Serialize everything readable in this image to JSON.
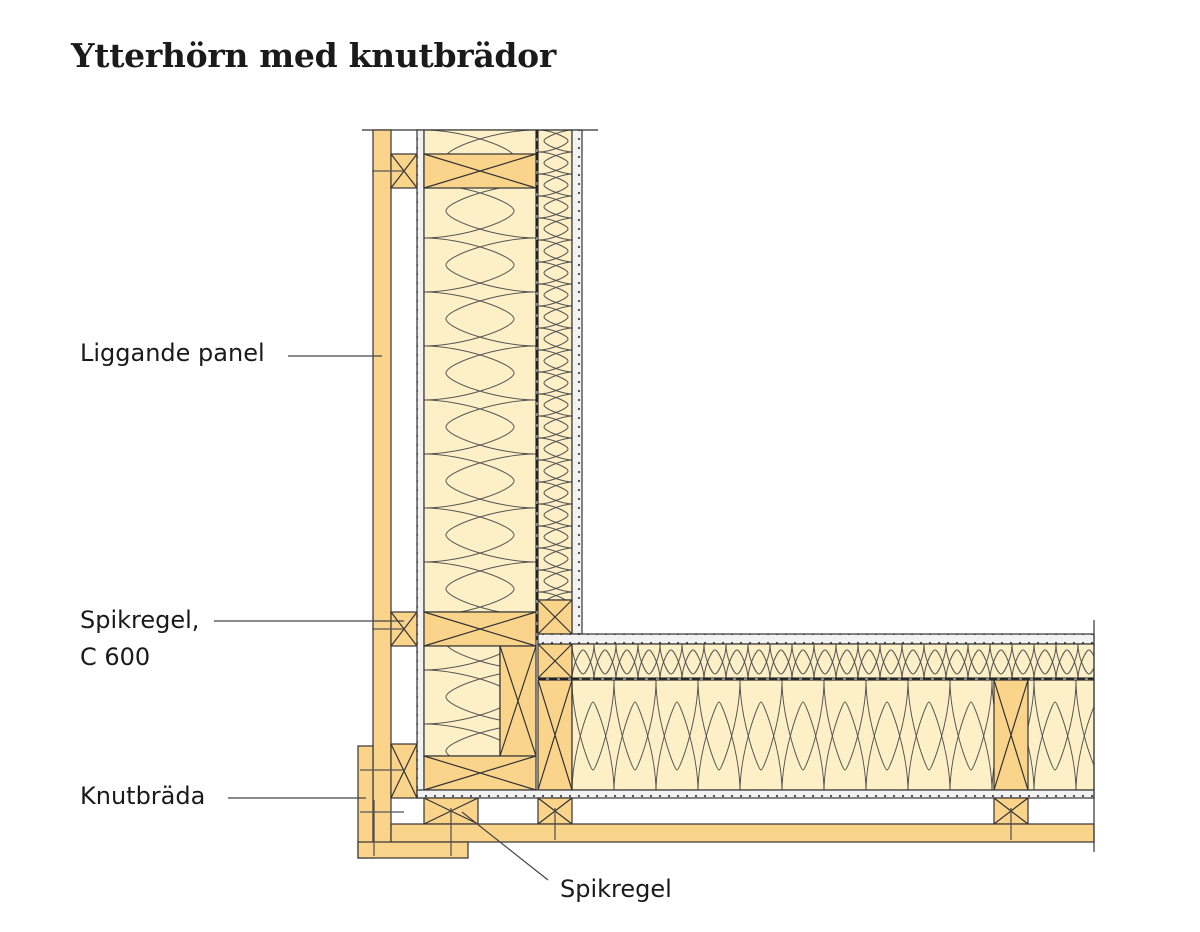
{
  "title": "Ytterhörn med knutbrädor",
  "labels": {
    "liggande_panel": "Liggande panel",
    "spikregel_c600_line1": "Spikregel,",
    "spikregel_c600_line2": "C 600",
    "knutbrada": "Knutbräda",
    "spikregel": "Spikregel"
  },
  "colors": {
    "wood": "#fbd48c",
    "wood_light": "#fde7b3",
    "insulation": "#fdf0c6",
    "board": "#f0f0f0",
    "line": "#333333"
  }
}
